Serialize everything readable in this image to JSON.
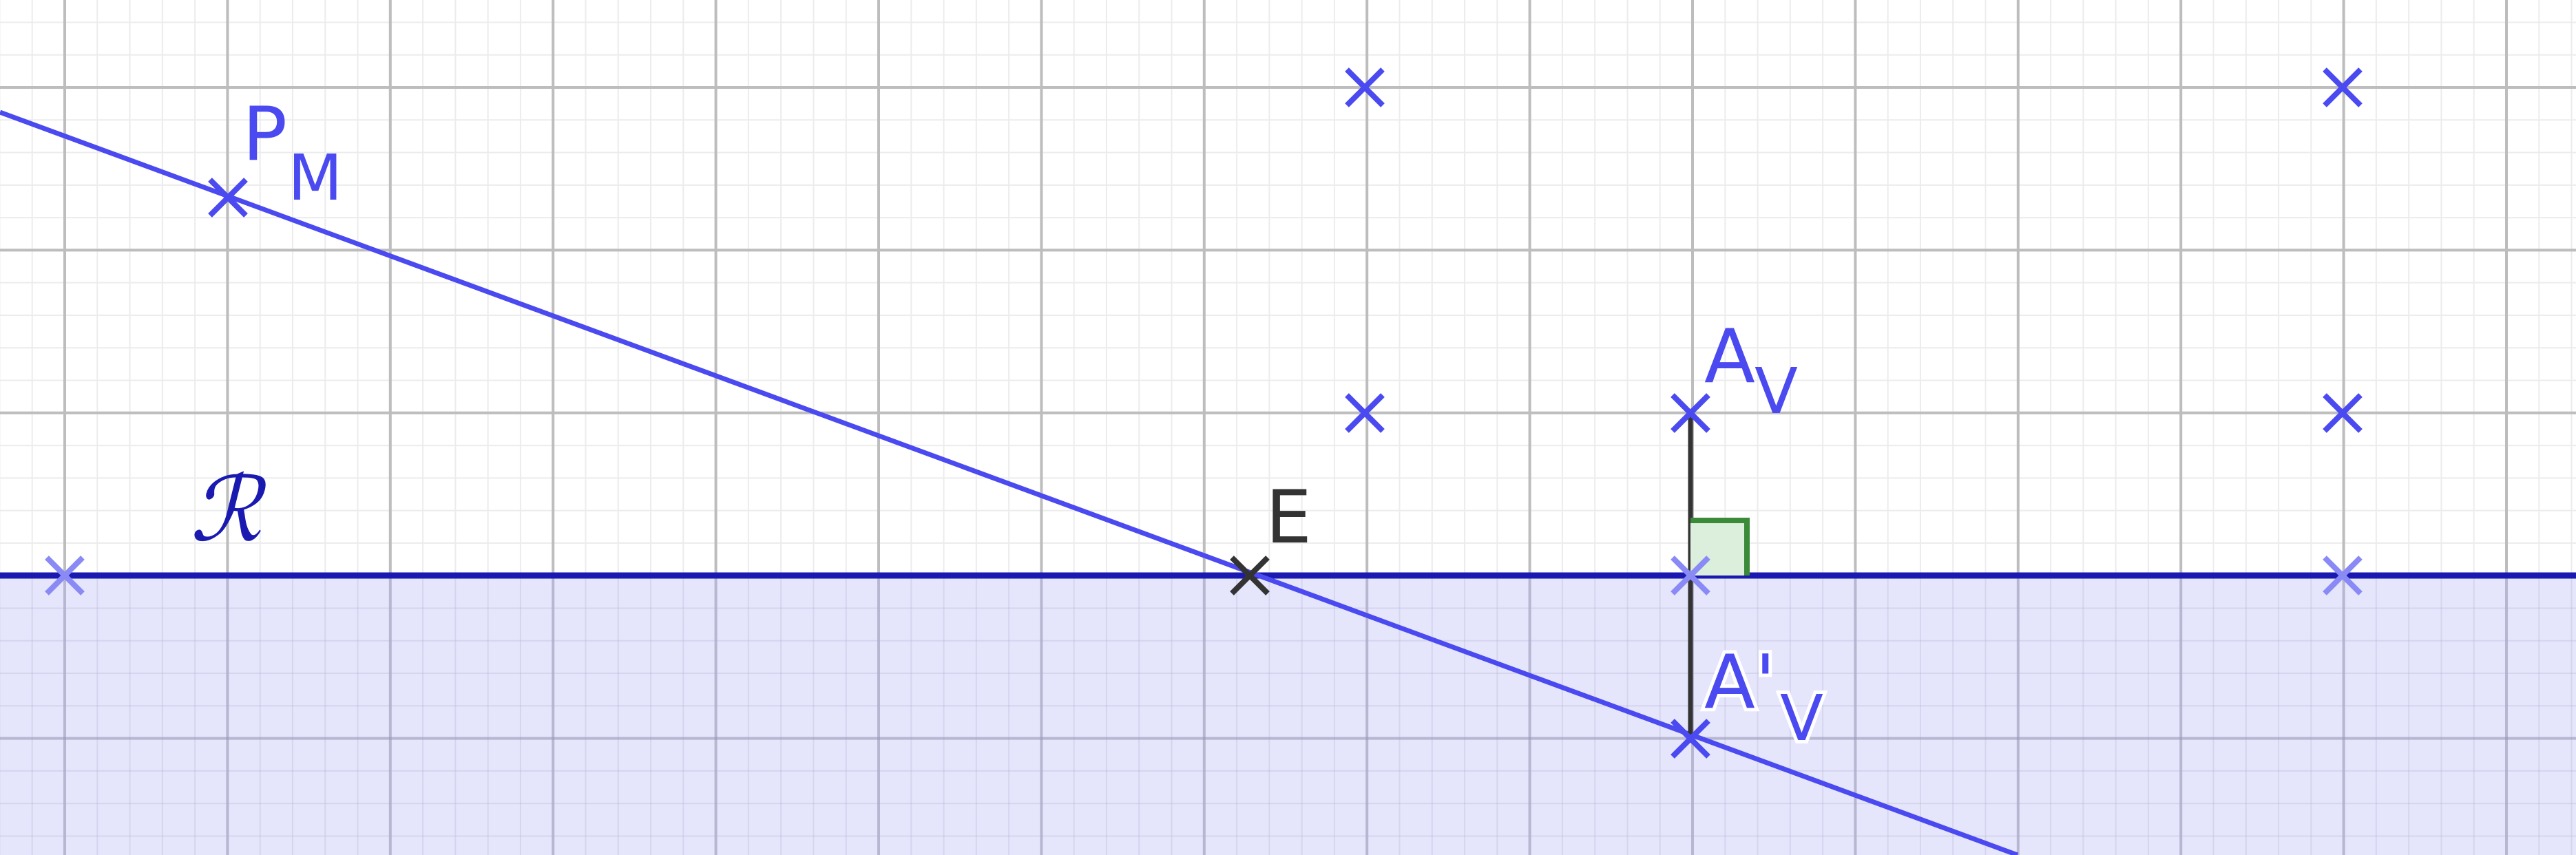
{
  "labels": {
    "p_main": "P",
    "p_sub": "M",
    "e": "E",
    "av_main": "A",
    "av_sub": "V",
    "apv_main": "A'",
    "apv_sub": "V",
    "r": "ℛ"
  },
  "colors": {
    "background": "#ffffff",
    "grid_minor": "#e7e7e7",
    "grid_major": "#bdbdbd",
    "construction_blue": "#4a4af0",
    "reflection_line": "#1a1ab0",
    "region_fill": "#e2e2fb",
    "mark_dark": "#333333",
    "right_angle": "#3a8a3a",
    "right_angle_fill": "#dcefdc"
  },
  "icons": {
    "point_marker": "cross-x",
    "right_angle": "right-angle-square"
  }
}
